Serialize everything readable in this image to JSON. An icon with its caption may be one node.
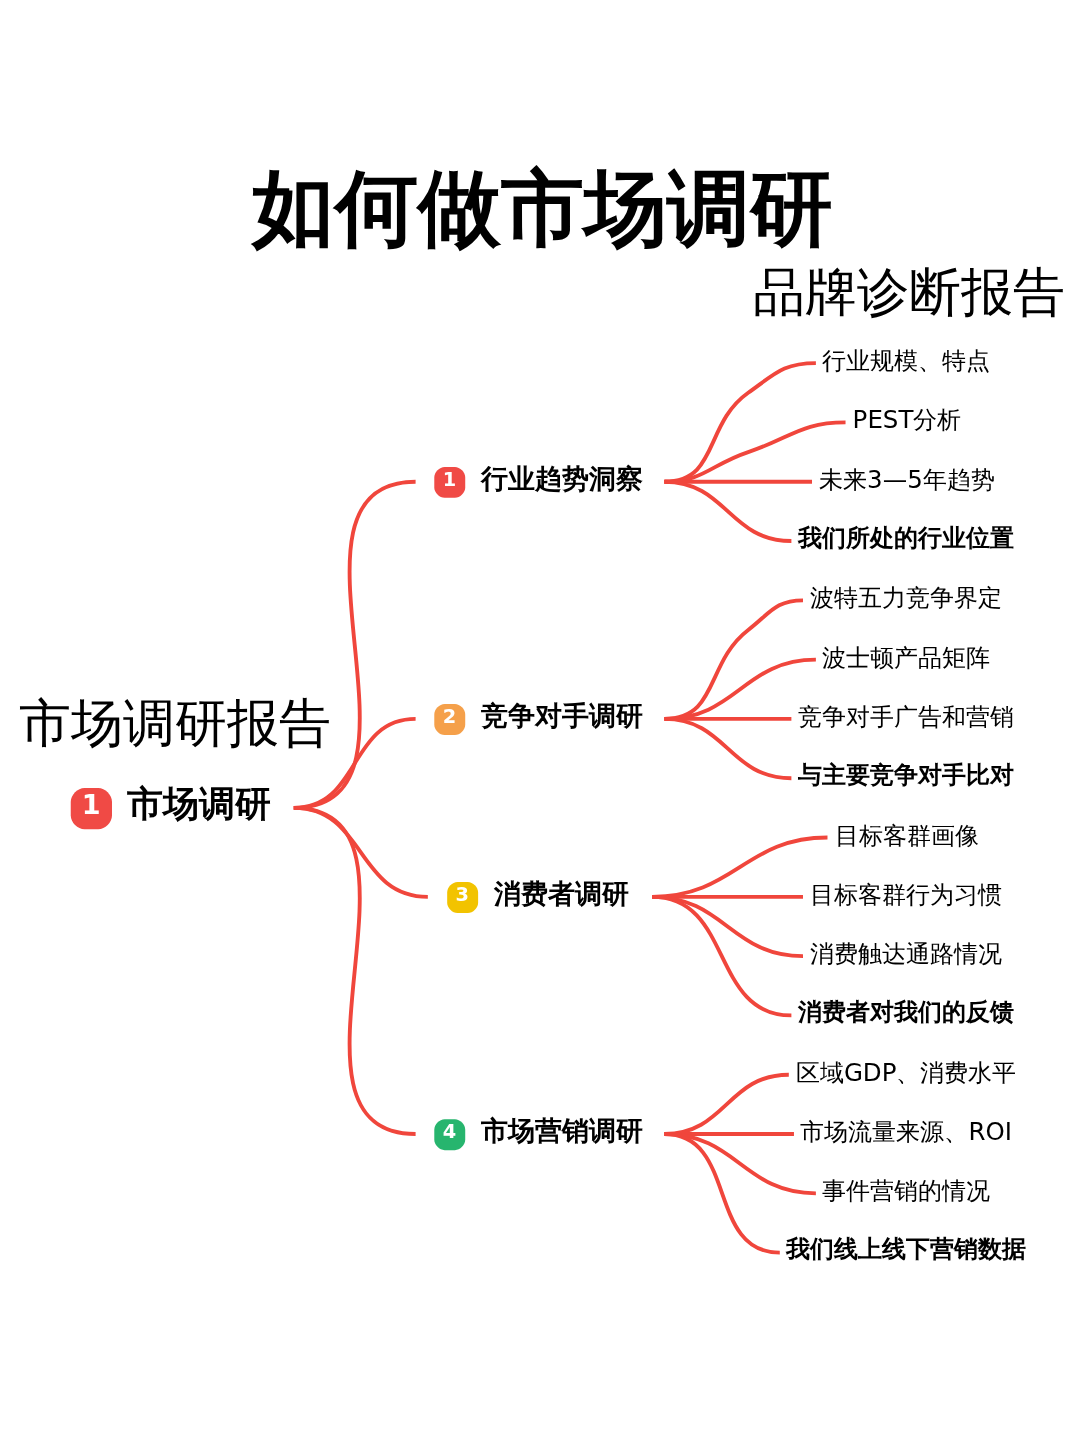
{
  "diagram": {
    "title": "如何做市场调研",
    "nodes": [
      {
        "text": [
          "1",
          "市场调研"
        ]
      },
      {
        "text": [
          "1",
          "行业趋势洞察"
        ]
      },
      {
        "text": [
          "行业规模、特点"
        ]
      },
      {
        "text": [
          "PEST分析"
        ]
      },
      {
        "text": [
          "未来3—5年趋势"
        ]
      },
      {
        "text": [
          "我们所处的行业位置"
        ]
      },
      {
        "text": [
          "2",
          "竞争对手调研"
        ]
      },
      {
        "text": [
          "波特五力竞争界定"
        ]
      },
      {
        "text": [
          "波士顿产品矩阵"
        ]
      },
      {
        "text": [
          "竞争对手广告和营销"
        ]
      },
      {
        "text": [
          "与主要竞争对手比对"
        ]
      },
      {
        "text": [
          "3",
          "消费者调研"
        ]
      },
      {
        "text": [
          "目标客群画像"
        ]
      },
      {
        "text": [
          "目标客群行为习惯"
        ]
      },
      {
        "text": [
          "消费触达通路情况"
        ]
      },
      {
        "text": [
          "消费者对我们的反馈"
        ]
      },
      {
        "text": [
          "4",
          "市场营销调研"
        ]
      },
      {
        "text": [
          "区域GDP、消费水平"
        ]
      },
      {
        "text": [
          "市场流量来源、ROI"
        ]
      },
      {
        "text": [
          "事件营销的情况"
        ]
      },
      {
        "text": [
          "我们线上线下营销数据"
        ]
      }
    ],
    "edges": [
      {
        "from": 0,
        "to": 1,
        "arrow": "none"
      },
      {
        "from": 0,
        "to": 6,
        "arrow": "none"
      },
      {
        "from": 0,
        "to": 11,
        "arrow": "none"
      },
      {
        "from": 0,
        "to": 16,
        "arrow": "none"
      },
      {
        "from": 1,
        "to": 2,
        "arrow": "none"
      },
      {
        "from": 1,
        "to": 3,
        "arrow": "none"
      },
      {
        "from": 1,
        "to": 4,
        "arrow": "none"
      },
      {
        "from": 1,
        "to": 5,
        "arrow": "none"
      },
      {
        "from": 6,
        "to": 7,
        "arrow": "none"
      },
      {
        "from": 6,
        "to": 8,
        "arrow": "none"
      },
      {
        "from": 6,
        "to": 9,
        "arrow": "none"
      },
      {
        "from": 6,
        "to": 10,
        "arrow": "none"
      },
      {
        "from": 11,
        "to": 12,
        "arrow": "none"
      },
      {
        "from": 11,
        "to": 13,
        "arrow": "none"
      },
      {
        "from": 11,
        "to": 14,
        "arrow": "none"
      },
      {
        "from": 11,
        "to": 15,
        "arrow": "none"
      },
      {
        "from": 16,
        "to": 17,
        "arrow": "none"
      },
      {
        "from": 16,
        "to": 18,
        "arrow": "none"
      },
      {
        "from": 16,
        "to": 19,
        "arrow": "none"
      },
      {
        "from": 16,
        "to": 20,
        "arrow": "none"
      }
    ],
    "labels": [
      "市场调研报告",
      "品牌诊断报告"
    ]
  }
}
